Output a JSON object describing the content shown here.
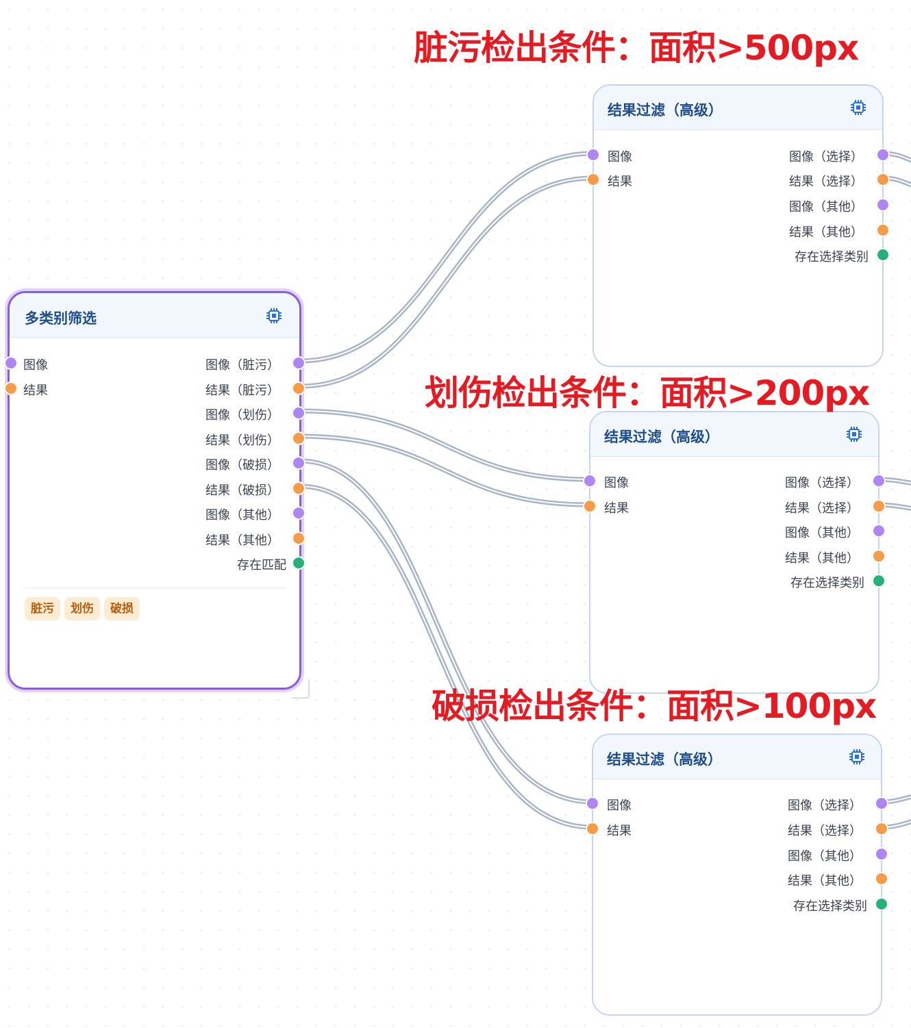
{
  "colors": {
    "image_port": "#ad86f1",
    "result_port": "#f59b4a",
    "flag_port": "#26b07a",
    "annotation": "#e31b23",
    "selected_border": "#8b5bdd",
    "wire": "#a9b4c6"
  },
  "annotations": [
    "脏污检出条件：面积>500px",
    "划伤检出条件：面积>200px",
    "破损检出条件：面积>100px"
  ],
  "multi_filter_node": {
    "title": "多类别筛选",
    "icon": "chip-icon",
    "inputs": [
      "图像",
      "结果"
    ],
    "outputs": [
      "图像（脏污）",
      "结果（脏污）",
      "图像（划伤）",
      "结果（划伤）",
      "图像（破损）",
      "结果（破损）",
      "图像（其他）",
      "结果（其他）",
      "存在匹配"
    ],
    "tags": [
      "脏污",
      "划伤",
      "破损"
    ]
  },
  "filter_nodes": [
    {
      "title": "结果过滤（高级）",
      "icon": "chip-icon",
      "inputs": [
        "图像",
        "结果"
      ],
      "outputs": [
        "图像（选择）",
        "结果（选择）",
        "图像（其他）",
        "结果（其他）",
        "存在选择类别"
      ]
    },
    {
      "title": "结果过滤（高级）",
      "icon": "chip-icon",
      "inputs": [
        "图像",
        "结果"
      ],
      "outputs": [
        "图像（选择）",
        "结果（选择）",
        "图像（其他）",
        "结果（其他）",
        "存在选择类别"
      ]
    },
    {
      "title": "结果过滤（高级）",
      "icon": "chip-icon",
      "inputs": [
        "图像",
        "结果"
      ],
      "outputs": [
        "图像（选择）",
        "结果（选择）",
        "图像（其他）",
        "结果（其他）",
        "存在选择类别"
      ]
    }
  ]
}
